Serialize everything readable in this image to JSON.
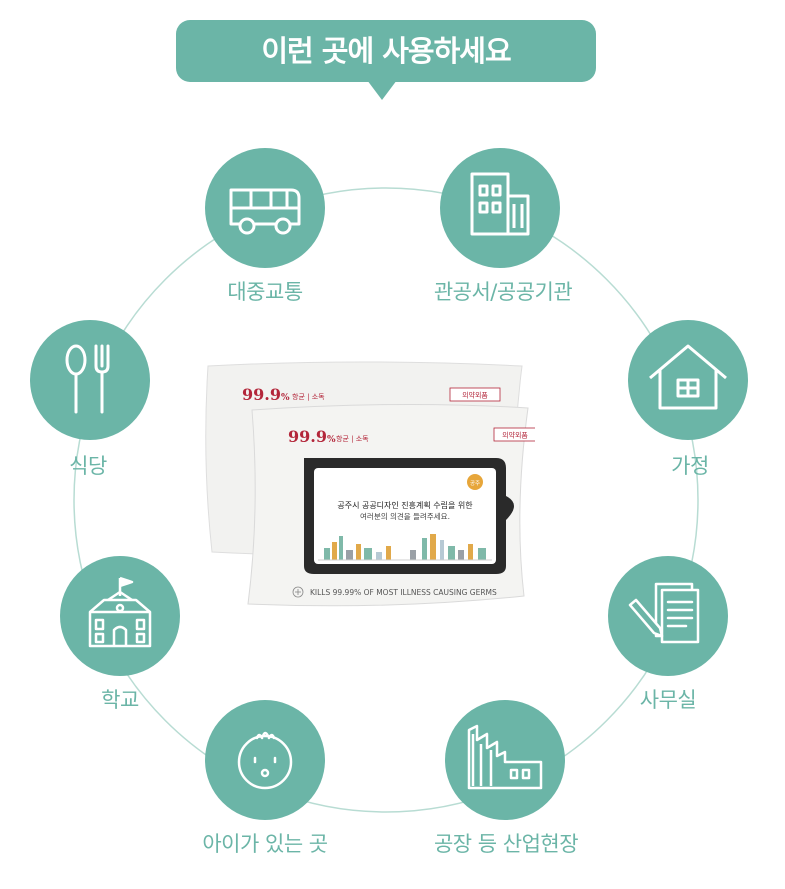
{
  "header": {
    "title": "이런 곳에 사용하세요"
  },
  "places": [
    {
      "id": "transit",
      "label": "대중교통",
      "icon": "bus-icon"
    },
    {
      "id": "public-office",
      "label": "관공서/공공기관",
      "icon": "building-icon"
    },
    {
      "id": "home",
      "label": "가정",
      "icon": "house-icon"
    },
    {
      "id": "office",
      "label": "사무실",
      "icon": "document-pen-icon"
    },
    {
      "id": "factory",
      "label": "공장 등 산업현장",
      "icon": "factory-icon"
    },
    {
      "id": "kids",
      "label": "아이가 있는 곳",
      "icon": "baby-face-icon"
    },
    {
      "id": "school",
      "label": "학교",
      "icon": "school-icon"
    },
    {
      "id": "restaurant",
      "label": "식당",
      "icon": "spoon-fork-icon"
    }
  ],
  "product": {
    "back_claim_number": "99.9",
    "back_claim_suffix": "%",
    "back_claim_text": "항균 | 소독",
    "back_badge": "의약외품",
    "front_claim_number": "99.9",
    "front_claim_suffix": "%",
    "front_claim_text": "항균 | 소독",
    "front_badge": "의약외품",
    "label_line1": "공주시 공공디자인 진흥계획 수립을 위한",
    "label_line2": "여러분의 의견을 들려주세요.",
    "logo_text": "공주",
    "bottom_text": "KILLS 99.99% OF MOST ILLNESS CAUSING GERMS"
  },
  "colors": {
    "accent": "#6bb5a7",
    "ring": "#b8dcd3",
    "packet": "#f2f2f0"
  }
}
